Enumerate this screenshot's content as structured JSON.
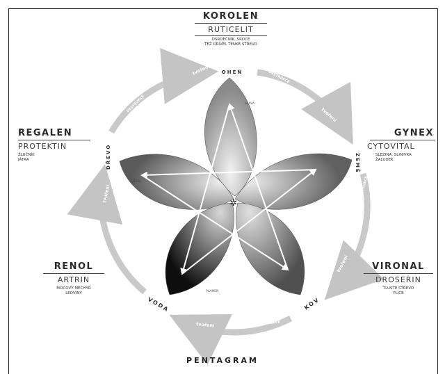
{
  "title": "PENTAGRAM",
  "elements": {
    "top": {
      "name": "KOROLEN",
      "sub": "RUTICELIT",
      "desc1": "OSRDEČNÍK, SRDCE",
      "desc2": "TĚŽ DRIVĚL TENKÉ STŘEVO",
      "element": "OHEŇ"
    },
    "right": {
      "name": "GYNEX",
      "sub": "CYTOVITAL",
      "desc1": "SLEZINA, SLINIVKA",
      "desc2": "ŽALUDEK",
      "element": "ZEMĚ"
    },
    "bottom_right": {
      "name": "VIRONAL",
      "sub": "DROSERIN",
      "desc1": "TLUSTÉ STŘEVO",
      "desc2": "PLÍCE",
      "element": "KOV"
    },
    "bottom_left": {
      "name": "RENOL",
      "sub": "ARTRIN",
      "desc1": "MOČOVÝ MĚCHÝŘ",
      "desc2": "LEDVINY",
      "element": "VODA"
    },
    "left": {
      "name": "REGALEN",
      "sub": "PROTEKTIN",
      "desc1": "ŽLUČNÍK",
      "desc2": "JÁTRA",
      "element": "DŘEVO"
    }
  },
  "arrow_labels": {
    "create": "tvoření",
    "quench": "DESTRUKCE"
  },
  "petal_labels": [
    "SLAVA",
    "PLAMEN",
    "ŽIVEL"
  ],
  "colors": {
    "bg": "#ffffff",
    "ring": "#c9c9c9",
    "ink": "#2a2a2a",
    "petal_dark": "#1e1e1e",
    "petal_light": "#e6e6e6"
  }
}
